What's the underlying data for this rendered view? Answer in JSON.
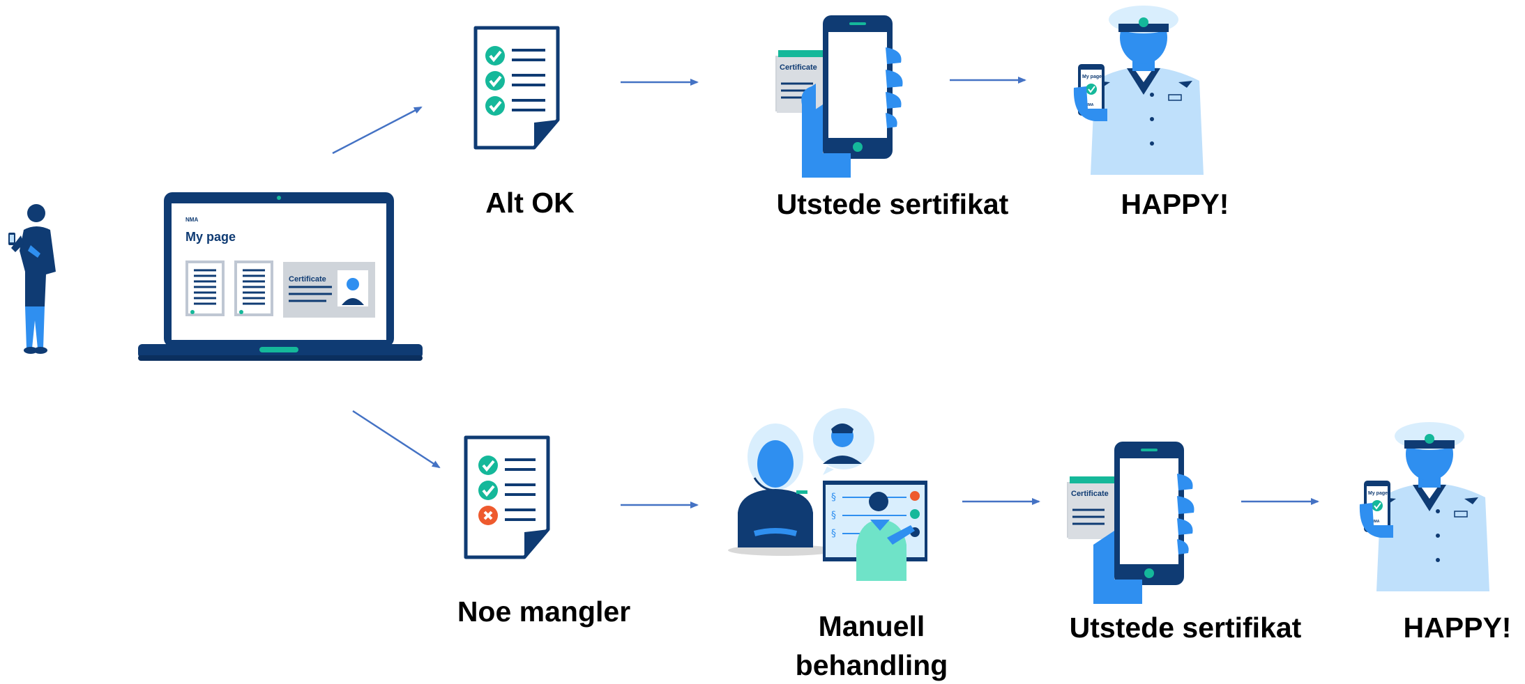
{
  "colors": {
    "navy": "#0f3b73",
    "blue": "#2f8ff0",
    "light_blue": "#bfe0fb",
    "teal": "#15b89a",
    "red": "#ee5a2e",
    "arrow": "#4472c4",
    "mint": "#6fe3c8",
    "grey": "#d8d8d8"
  },
  "laptop": {
    "brand": "NMA",
    "page_title": "My page",
    "card_label": "Certificate"
  },
  "phone_cards": {
    "top": "Certificate",
    "bottom": "Certificate"
  },
  "officer_phones": {
    "top_title": "My page",
    "top_brand": "NMA",
    "bottom_title": "My page",
    "bottom_brand": "NMA"
  },
  "labels": {
    "alt_ok": "Alt OK",
    "utstede_top": "Utstede sertifikat",
    "happy_top": "HAPPY!",
    "noe_mangler": "Noe mangler",
    "manuell_line1": "Manuell",
    "manuell_line2": "behandling",
    "utstede_bottom": "Utstede sertifikat",
    "happy_bottom": "HAPPY!"
  }
}
